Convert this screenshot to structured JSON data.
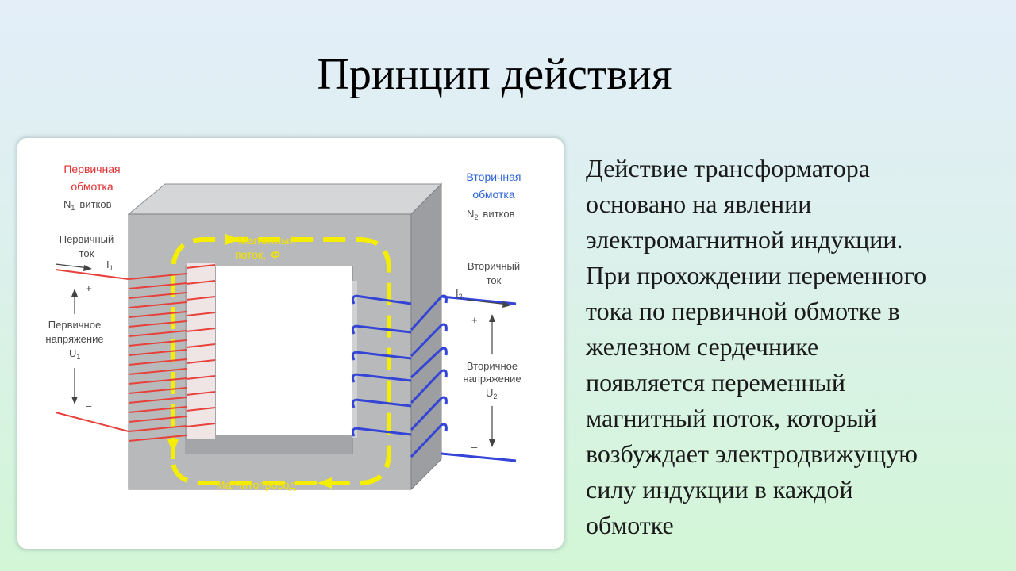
{
  "slide": {
    "title": "Принцип действия"
  },
  "diagram": {
    "primary_winding": {
      "line1": "Первичная",
      "line2": "обмотка",
      "turns_label": "N",
      "turns_sub": "1",
      "turns_word": "витков"
    },
    "secondary_winding": {
      "line1": "Вторичная",
      "line2": "обмотка",
      "turns_label": "N",
      "turns_sub": "2",
      "turns_word": "витков"
    },
    "primary_current": {
      "line1": "Первичный",
      "line2": "ток",
      "symbol": "I",
      "sub": "1"
    },
    "secondary_current": {
      "line1": "Вторичный",
      "line2": "ток",
      "symbol": "I",
      "sub": "2"
    },
    "primary_voltage": {
      "line1": "Первичное",
      "line2": "напряжение",
      "symbol": "U",
      "sub": "1",
      "plus": "+",
      "minus": "–"
    },
    "secondary_voltage": {
      "line1": "Вторичное",
      "line2": "напряжение",
      "symbol": "U",
      "sub": "2",
      "plus": "+",
      "minus": "–"
    },
    "flux": {
      "line1": "Магнитный",
      "line2": "поток,",
      "symbol": "Φ"
    },
    "core_label": "Магнитопровод",
    "colors": {
      "primary": "#e8403a",
      "secondary": "#3344d6",
      "flux": "#f5ee00",
      "core_front": "#b7b9bb",
      "core_top": "#d4d6d8",
      "core_side": "#9c9ea1"
    }
  },
  "description": {
    "lines": [
      "Действие трансформатора",
      "основано на явлении",
      "электромагнитной индукции.",
      "При прохождении переменного",
      "тока по первичной обмотке в",
      "железном сердечнике",
      "появляется переменный",
      "магнитный поток, который",
      "возбуждает электродвижущую",
      "силу индукции в каждой",
      "обмотке"
    ]
  }
}
